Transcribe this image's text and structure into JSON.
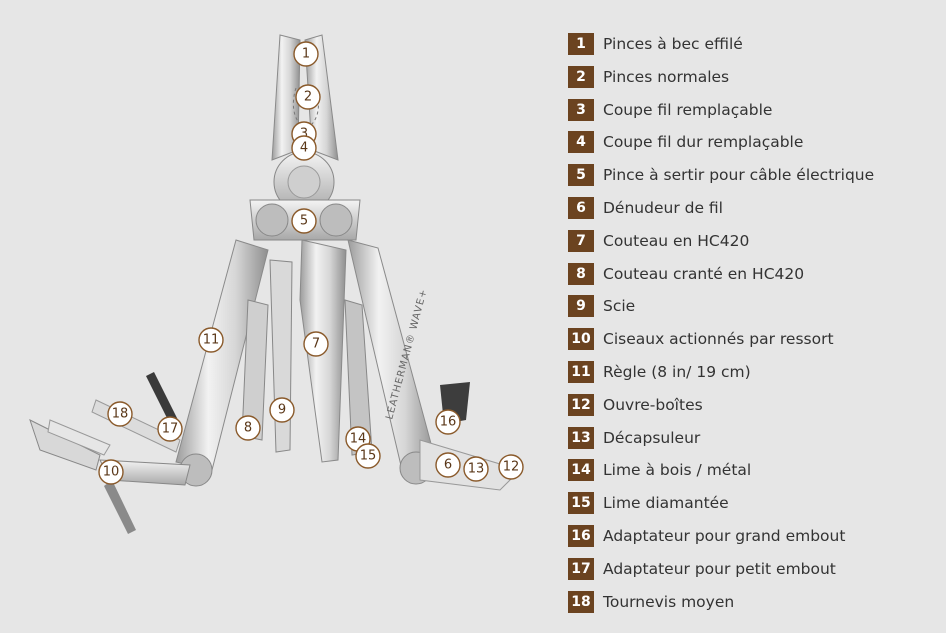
{
  "diagram": {
    "engraving": "LEATHERMAN® WAVE+",
    "parts": [
      {
        "number": "1",
        "label": "Pinces à bec effilé"
      },
      {
        "number": "2",
        "label": "Pinces normales"
      },
      {
        "number": "3",
        "label": "Coupe fil remplaçable"
      },
      {
        "number": "4",
        "label": "Coupe fil dur remplaçable"
      },
      {
        "number": "5",
        "label": "Pince à sertir pour câble électrique"
      },
      {
        "number": "6",
        "label": "Dénudeur de fil"
      },
      {
        "number": "7",
        "label": "Couteau en HC420"
      },
      {
        "number": "8",
        "label": "Couteau cranté en HC420"
      },
      {
        "number": "9",
        "label": "Scie"
      },
      {
        "number": "10",
        "label": "Ciseaux actionnés par ressort"
      },
      {
        "number": "11",
        "label": "Règle (8 in/ 19 cm)"
      },
      {
        "number": "12",
        "label": "Ouvre-boîtes"
      },
      {
        "number": "13",
        "label": "Décapsuleur"
      },
      {
        "number": "14",
        "label": "Lime à bois / métal"
      },
      {
        "number": "15",
        "label": "Lime diamantée"
      },
      {
        "number": "16",
        "label": "Adaptateur pour grand embout"
      },
      {
        "number": "17",
        "label": "Adaptateur pour petit embout"
      },
      {
        "number": "18",
        "label": "Tournevis moyen"
      }
    ]
  },
  "colors": {
    "badge": "#6b4320",
    "background": "#e6e6e6",
    "steel": "#c9c9c9"
  }
}
